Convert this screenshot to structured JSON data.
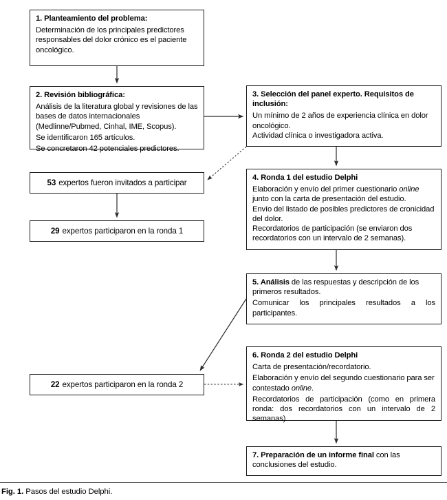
{
  "figure": {
    "caption_label": "Fig. 1.",
    "caption_text": "Pasos del estudio Delphi."
  },
  "nodes": {
    "step1": {
      "heading": "1. Planteamiento del problema:",
      "body": "Determinación de los principales predictores responsables del dolor crónico es el paciente oncológico."
    },
    "step2": {
      "heading": "2. Revisión bibliográfica:",
      "line1": "Análisis de la literatura global y revisiones de las bases de datos internacionales (Medlinne/Pubmed, Cinhal, IME, Scopus).",
      "line2": "Se identificaron 165 artículos.",
      "line3": "Se concretaron 42 potenciales predictores."
    },
    "step3": {
      "heading": "3. Selección del panel experto. Requisitos de inclusión:",
      "line1": "Un mínimo de 2 años de experiencia clínica en dolor oncológico.",
      "line2": "Actividad clínica o investigadora activa."
    },
    "step4": {
      "heading": "4. Ronda 1 del estudio Delphi",
      "line1_a": "Elaboración y envío del primer cuestionario ",
      "line1_em": "online",
      "line1_b": " junto con la carta de presentación del estudio.",
      "line2": "Envío del listado de posibles predictores de cronicidad del dolor.",
      "line3": "Recordatorios de participación (se enviaron dos recordatorios con un intervalo de 2 semanas)."
    },
    "step5": {
      "heading_bold": "5. Análisis",
      "heading_rest": " de las respuestas y descripción de los primeros resultados.",
      "line2": "Comunicar los principales resultados a los participantes."
    },
    "step6": {
      "heading": "6. Ronda 2 del estudio Delphi",
      "line1": "Carta de presentación/recordatorio.",
      "line2_a": "Elaboración y envío del segundo cuestionario para ser contestado ",
      "line2_em": "online",
      "line2_b": ".",
      "line3": "Recordatorios de participación (como en primera ronda: dos recordatorios con un intervalo de 2 semanas)"
    },
    "step7": {
      "heading_bold": "7. Preparación de un informe final",
      "heading_rest": " con las conclusiones del estudio."
    }
  },
  "tallies": {
    "invited": {
      "count": "53",
      "text": "expertos fueron invitados a participar"
    },
    "round1": {
      "count": "29",
      "text": "expertos participaron en la ronda 1"
    },
    "round2": {
      "count": "22",
      "text": "expertos participaron en la ronda 2"
    }
  },
  "connectors": [
    {
      "name": "step1-to-step2",
      "style": "solid",
      "from": "step1",
      "to": "step2"
    },
    {
      "name": "step2-to-step3",
      "style": "solid",
      "from": "step2",
      "to": "step3"
    },
    {
      "name": "step3-to-invited",
      "style": "dotted",
      "from": "step3",
      "to": "invited"
    },
    {
      "name": "step3-to-step4",
      "style": "solid",
      "from": "step3",
      "to": "step4"
    },
    {
      "name": "invited-to-round1",
      "style": "solid",
      "from": "invited",
      "to": "round1"
    },
    {
      "name": "step4-to-step5",
      "style": "solid",
      "from": "step4",
      "to": "step5"
    },
    {
      "name": "step5-to-round2",
      "style": "solid",
      "from": "step5",
      "to": "round2"
    },
    {
      "name": "round2-to-step6",
      "style": "dotted",
      "from": "round2",
      "to": "step6"
    },
    {
      "name": "step6-to-step7",
      "style": "solid",
      "from": "step6",
      "to": "step7"
    }
  ],
  "colors": {
    "box_border": "#1a1a1a",
    "connector": "#2b2b2b",
    "background": "#ffffff",
    "text": "#000000",
    "rule": "#555555"
  }
}
